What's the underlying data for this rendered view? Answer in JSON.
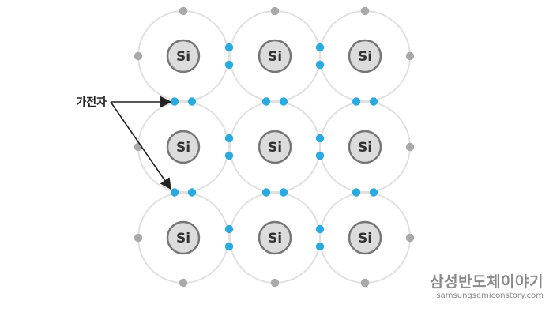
{
  "atom_label": "Si",
  "callout": {
    "label": "가전자"
  },
  "brand": {
    "name": "삼성반도체이야기",
    "url": "samsungsemiconstory.com"
  },
  "colors": {
    "shell": "#e0e0e0",
    "bond_electron": "#29abe2",
    "lone_electron": "#a9a9a9",
    "nucleus_fill": "#dcdcdc",
    "nucleus_stroke": "#777777",
    "arrow": "#222222",
    "brand_text": "#8a8a8a"
  }
}
